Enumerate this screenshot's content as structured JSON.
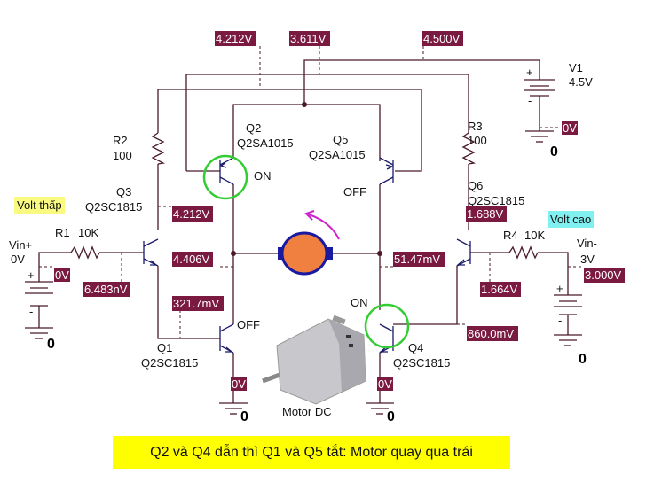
{
  "title_caption": "Q2 và Q4 dẫn thì Q1 và Q5 tắt: Motor quay qua trái",
  "notes": {
    "left": "Volt thấp",
    "right": "Volt cao",
    "colors": {
      "left_bg": "#fafa80",
      "right_bg": "#80f0f0",
      "caption_bg": "#ffff00",
      "probe_bg": "#7a1a40",
      "highlight_circle": "#33cc33",
      "motor_body": "#f08040",
      "motor_ring": "#1a1aa0",
      "rotation_arrow": "#cc22cc"
    }
  },
  "components": {
    "V1": {
      "name": "V1",
      "value": "4.5V"
    },
    "R1": {
      "name": "R1",
      "value": "10K"
    },
    "R2": {
      "name": "R2",
      "value": "100"
    },
    "R3": {
      "name": "R3",
      "value": "100"
    },
    "R4": {
      "name": "R4",
      "value": "10K"
    },
    "Q1": {
      "name": "Q1",
      "part": "Q2SC1815",
      "state": "OFF"
    },
    "Q2": {
      "name": "Q2",
      "part": "Q2SA1015",
      "state": "ON"
    },
    "Q3": {
      "name": "Q3",
      "part": "Q2SC1815"
    },
    "Q4": {
      "name": "Q4",
      "part": "Q2SC1815",
      "state": "ON"
    },
    "Q5": {
      "name": "Q5",
      "part": "Q2SA1015",
      "state": "OFF"
    },
    "Q6": {
      "name": "Q6",
      "part": "Q2SC1815"
    },
    "vin_plus": {
      "name": "Vin+",
      "value": "0V"
    },
    "vin_minus": {
      "name": "Vin-",
      "value": "3V"
    },
    "motor": {
      "label": "Motor DC"
    },
    "ground": "0"
  },
  "probes": {
    "top_left": "4.212V",
    "top_mid": "3.611V",
    "top_right": "4.500V",
    "v1_gnd": "0V",
    "q3_collector": "4.212V",
    "q3_emitter": "4.406V",
    "vin_plus": "0V",
    "q3_base": "6.483nV",
    "q1_base": "321.7mV",
    "q1_emitter": "0V",
    "q4_emitter": "0V",
    "motor_right": "51.47mV",
    "q6_collector": "1.688V",
    "q6_base": "1.664V",
    "vin_minus": "3.000V",
    "q4_base": "860.0mV"
  }
}
